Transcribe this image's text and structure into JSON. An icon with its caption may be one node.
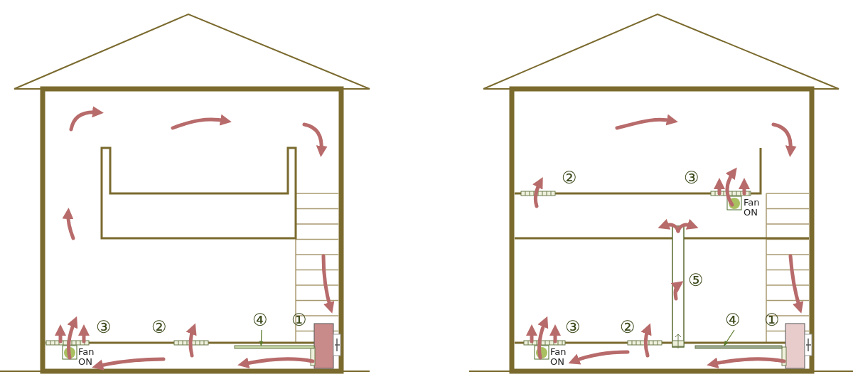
{
  "diagram": {
    "nodes": [
      {
        "text": [
          "④"
        ]
      },
      {
        "text": [],
        "shape": "bar"
      },
      {
        "text": [
          "④"
        ]
      },
      {
        "text": [],
        "shape": "bar"
      }
    ],
    "edges": [
      {
        "from": 0,
        "to": 1,
        "arrow": "to"
      },
      {
        "from": 2,
        "to": 3,
        "arrow": "to"
      }
    ],
    "labels": [
      "③",
      "②",
      "①",
      "Fan ON",
      "②",
      "③",
      "Fan ON",
      "⑤",
      "③",
      "②",
      "①",
      "Fan ON"
    ]
  }
}
